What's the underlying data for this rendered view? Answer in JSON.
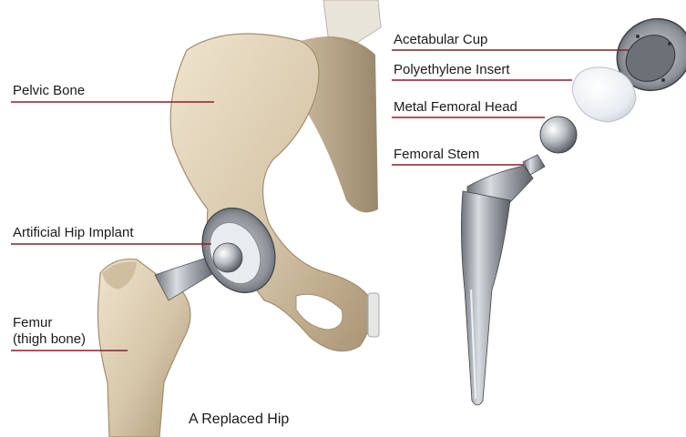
{
  "left_panel": {
    "labels": {
      "pelvic_bone": "Pelvic Bone",
      "hip_implant": "Artificial Hip Implant",
      "femur_line1": "Femur",
      "femur_line2": "(thigh bone)"
    },
    "caption": "A Replaced Hip"
  },
  "right_panel": {
    "labels": {
      "acetabular_cup": "Acetabular Cup",
      "poly_insert": "Polyethylene Insert",
      "femoral_head": "Metal Femoral Head",
      "femoral_stem": "Femoral Stem"
    }
  },
  "colors": {
    "leader_line": "#8a1f2d",
    "bone": "#d8c9ad",
    "metal": "#9aa0a6",
    "insert": "#eef1f4"
  }
}
